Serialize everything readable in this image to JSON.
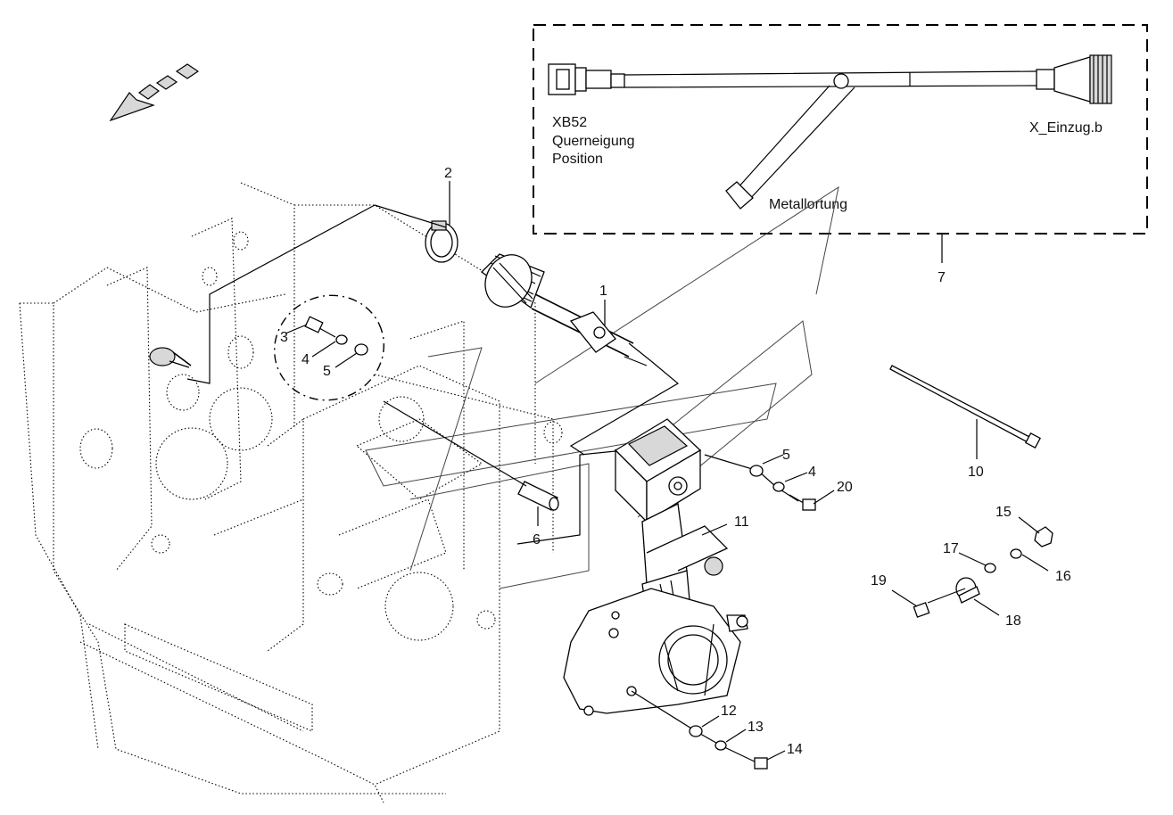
{
  "harness": {
    "left_connector_label_line1": "XB52",
    "left_connector_label_line2": "Querneigung",
    "left_connector_label_line3": "Position",
    "right_connector_label": "X_Einzug.b",
    "branch_label": "Metallortung"
  },
  "callouts": {
    "c1": "1",
    "c2": "2",
    "c3": "3",
    "c4a": "4",
    "c5a": "5",
    "c6": "6",
    "c7": "7",
    "c10": "10",
    "c11": "11",
    "c5b": "5",
    "c4b": "4",
    "c20": "20",
    "c15": "15",
    "c17": "17",
    "c16": "16",
    "c19": "19",
    "c18": "18",
    "c12": "12",
    "c13": "13",
    "c14": "14"
  },
  "colors": {
    "line": "#000000",
    "background": "#ffffff",
    "shading": "#d8d8d8"
  },
  "icons": {
    "direction_indicator": "travel-direction-arrow-icon"
  }
}
